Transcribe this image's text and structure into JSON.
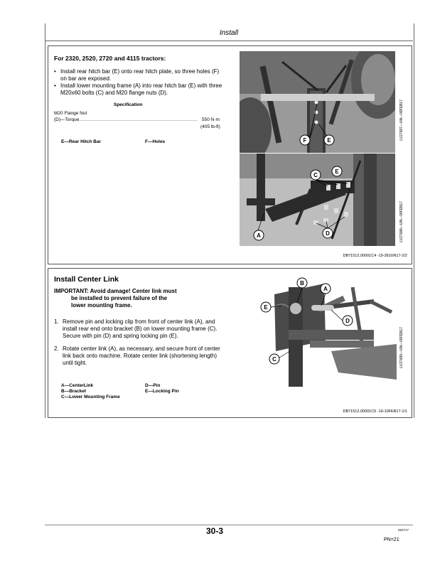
{
  "header": {
    "title": "Install"
  },
  "section1": {
    "heading": "For 2320, 2520, 2720 and 4115 tractors:",
    "bullets": [
      "Install rear hitch bar (E) onto rear hitch plate, so three holes (F) on bar are exposed.",
      "Install lower mounting frame (A) into rear hitch bar (E) with three M20x60 bolts (C) and M20 flange nuts (D)."
    ],
    "spec": {
      "title": "Specification",
      "item": "M20 Flange Nut",
      "torque_label": "(D)—Torque",
      "dots": "............................................................................................",
      "torque_value": "550 N·m",
      "torque_alt": "(405 lb-ft)"
    },
    "legend": [
      "E—Rear Hitch Bar",
      "F—Holes"
    ],
    "figure_codes": [
      "LV27687—UN—09FEB17",
      "LV27688—UN—09FEB17"
    ],
    "callouts_fig1": [
      "F",
      "E"
    ],
    "callouts_fig2": [
      "C",
      "E",
      "A",
      "D"
    ],
    "ref": "DB71512,00001C4 -19-28JUN17-2/2"
  },
  "section2": {
    "heading": "Install Center Link",
    "important_line1": "IMPORTANT: Avoid damage!  Center link must",
    "important_line2": "be installed to prevent failure of the",
    "important_line3": "lower mounting frame.",
    "steps": [
      {
        "num": "1.",
        "text": "Remove pin and locking clip from front of center link (A), and install rear end onto bracket (B) on lower mounting frame (C). Secure with pin (D) and spring locking pin (E)."
      },
      {
        "num": "2.",
        "text": "Rotate center link (A), as necessary, and secure front of center link back onto machine. Rotate center link (shortening length) until tight."
      }
    ],
    "legend_left": [
      "A—CenterLink",
      "B—Bracket",
      "C—Lower Mounting Frame"
    ],
    "legend_right": [
      "D—Pin",
      "E—Locking Pin"
    ],
    "figure_code": "LV27689—UN—09FEB17",
    "callouts": [
      "B",
      "A",
      "E",
      "D",
      "C"
    ],
    "ref": "DB71512,00001C5 -19-10FEB17-1/1"
  },
  "footer": {
    "page_number": "30-3",
    "date_code": "062717",
    "pn": "PN=21"
  }
}
